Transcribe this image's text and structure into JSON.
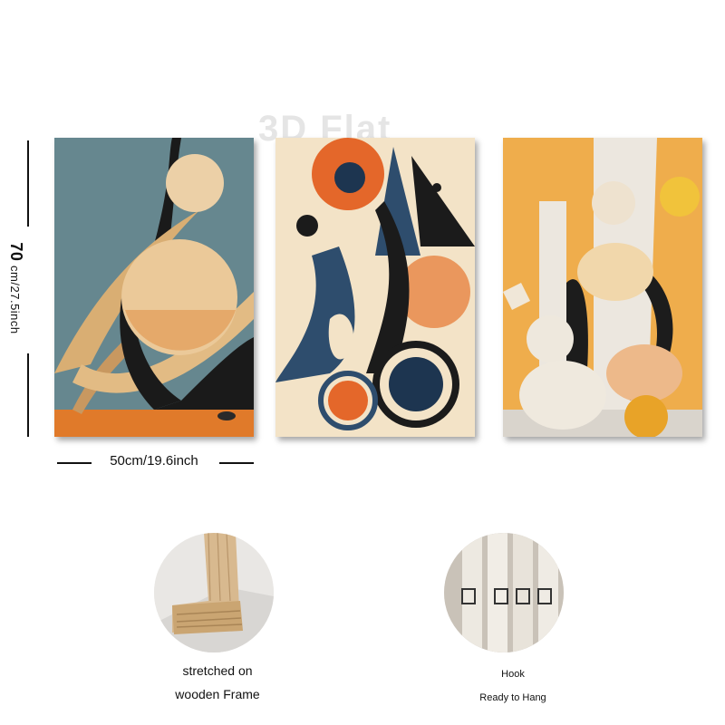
{
  "dimensions": {
    "height_value": "70",
    "height_unit": "cm/27.5inch",
    "width_label": "50cm/19.6inch"
  },
  "watermark": "3D Flat",
  "panels": [
    {
      "name": "panel-left",
      "palette": [
        "#66878f",
        "#e9c89a",
        "#1a1a1a",
        "#e07a2a"
      ]
    },
    {
      "name": "panel-middle",
      "palette": [
        "#f3e3c7",
        "#2e4d6d",
        "#e4672a",
        "#1b1b1b"
      ]
    },
    {
      "name": "panel-right",
      "palette": [
        "#efad4c",
        "#ece7df",
        "#1c1c1c",
        "#e9a86b"
      ]
    }
  ],
  "features": [
    {
      "caption_line1": "stretched on",
      "caption_line2": "wooden Frame",
      "icon": "wooden-frame-icon"
    },
    {
      "caption_line1": "Hook",
      "caption_line2": "Ready to Hang",
      "icon": "hook-icon"
    }
  ]
}
